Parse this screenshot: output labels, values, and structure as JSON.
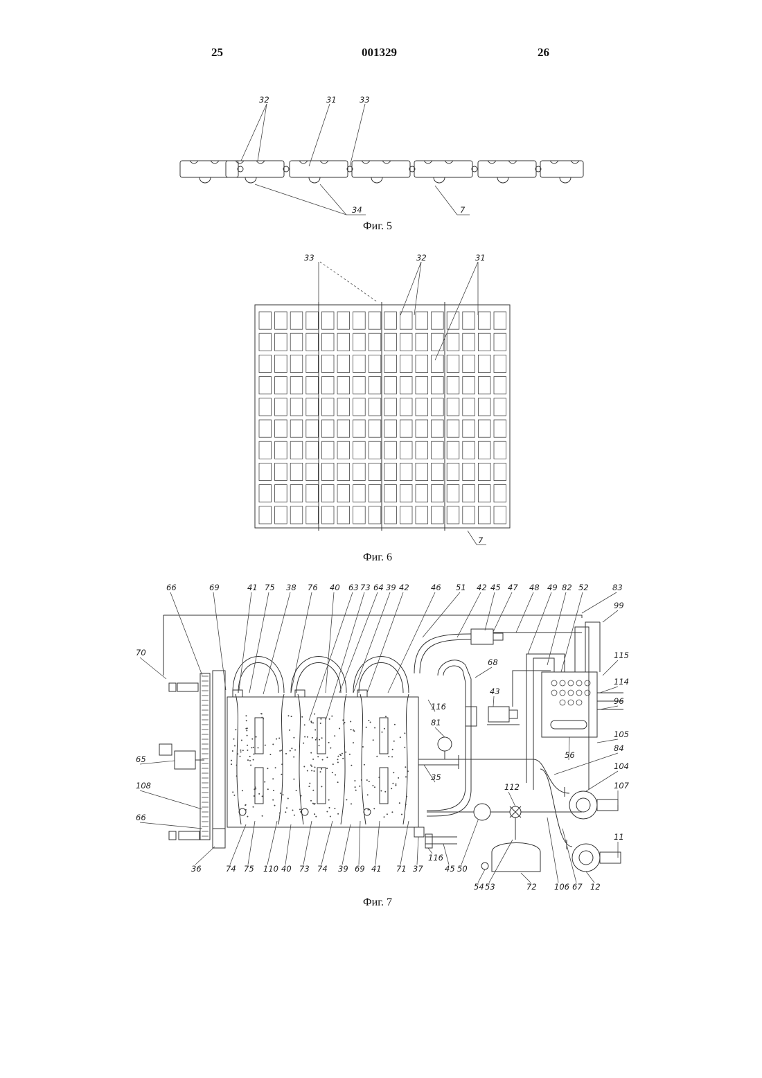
{
  "header": {
    "left_page": "25",
    "doc_number": "001329",
    "right_page": "26"
  },
  "figures": {
    "fig5": {
      "caption": "Фиг. 5",
      "labels": [
        "32",
        "31",
        "33",
        "34",
        "7"
      ]
    },
    "fig6": {
      "caption": "Фиг. 6",
      "labels": [
        "33",
        "32",
        "31",
        "7"
      ]
    },
    "fig7": {
      "caption": "Фиг. 7",
      "top_labels": [
        "66",
        "69",
        "41",
        "75",
        "38",
        "76",
        "40",
        "63",
        "73",
        "64",
        "39",
        "42",
        "46",
        "51",
        "42",
        "45",
        "47",
        "48",
        "49",
        "82",
        "52",
        "83",
        "99"
      ],
      "left_labels": [
        "70",
        "65",
        "108",
        "66"
      ],
      "right_labels": [
        "115",
        "114",
        "96",
        "105",
        "84",
        "104",
        "107",
        "11"
      ],
      "inner_labels": [
        "68",
        "116",
        "43",
        "81",
        "35",
        "112",
        "56"
      ],
      "bottom_labels": [
        "36",
        "74",
        "75",
        "110",
        "40",
        "73",
        "74",
        "39",
        "69",
        "41",
        "71",
        "37",
        "116",
        "45",
        "50",
        "54",
        "53",
        "72",
        "106",
        "67",
        "12"
      ]
    }
  }
}
